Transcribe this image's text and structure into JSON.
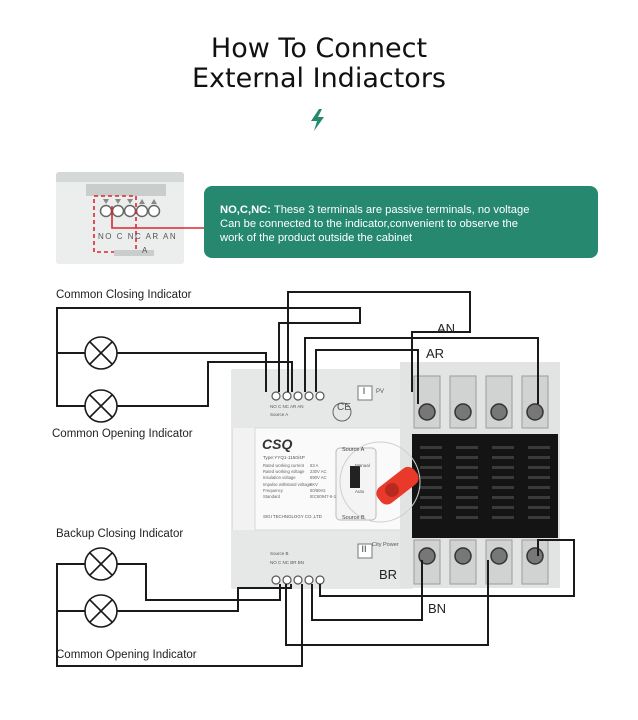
{
  "title": {
    "line1": "How To Connect",
    "line2": "External Indiactors"
  },
  "callout": {
    "heading": "NO,C,NC:",
    "line1": " These 3 terminals are passive terminals, no voltage",
    "line2": "Can be connected to the indicator,convenient to observe the",
    "line3": "work of the product outside the cabinet"
  },
  "thumbnail": {
    "terminal_labels": [
      "NO",
      "C",
      "NC",
      "AR",
      "AN"
    ],
    "bottom_label": "A"
  },
  "indicators": {
    "common_closing": "Common Closing Indicator",
    "common_opening_top": "Common Opening Indicator",
    "backup_closing": "Backup Closing Indicator",
    "common_opening_bottom": "Common Opening Indicator"
  },
  "wire_labels": {
    "an": "AN",
    "ar": "AR",
    "br": "BR",
    "bn": "BN"
  },
  "device": {
    "brand": "CSQ",
    "source_a": "Source A",
    "source_b": "Source B",
    "section_1": "I",
    "section_2": "II",
    "pv": "PV",
    "city_power": "City Power",
    "manual": "Manual",
    "auto": "Auto",
    "ce": "CE",
    "type_line": "Type:YYQ1-1150/4P",
    "maker": "SIGI TECHNOLOGY CO.,LTD",
    "spec_labels": [
      "Rated working current",
      "Rated working voltage",
      "Insulation voltage",
      "Impulse withstand voltage",
      "Frequency",
      "Standard"
    ],
    "spec_values": [
      "63 A",
      "230V AC",
      "690V AC",
      "6KV",
      "50/60Hz",
      "IEC60947-6-1"
    ],
    "top_terminals": "NO C NC AR AN",
    "bottom_terminals": "NO C NC BR BN"
  },
  "colors": {
    "accent": "#26896f",
    "handle": "#e8392a",
    "wire": "#1a1a1a",
    "dashed": "#d9282f"
  }
}
